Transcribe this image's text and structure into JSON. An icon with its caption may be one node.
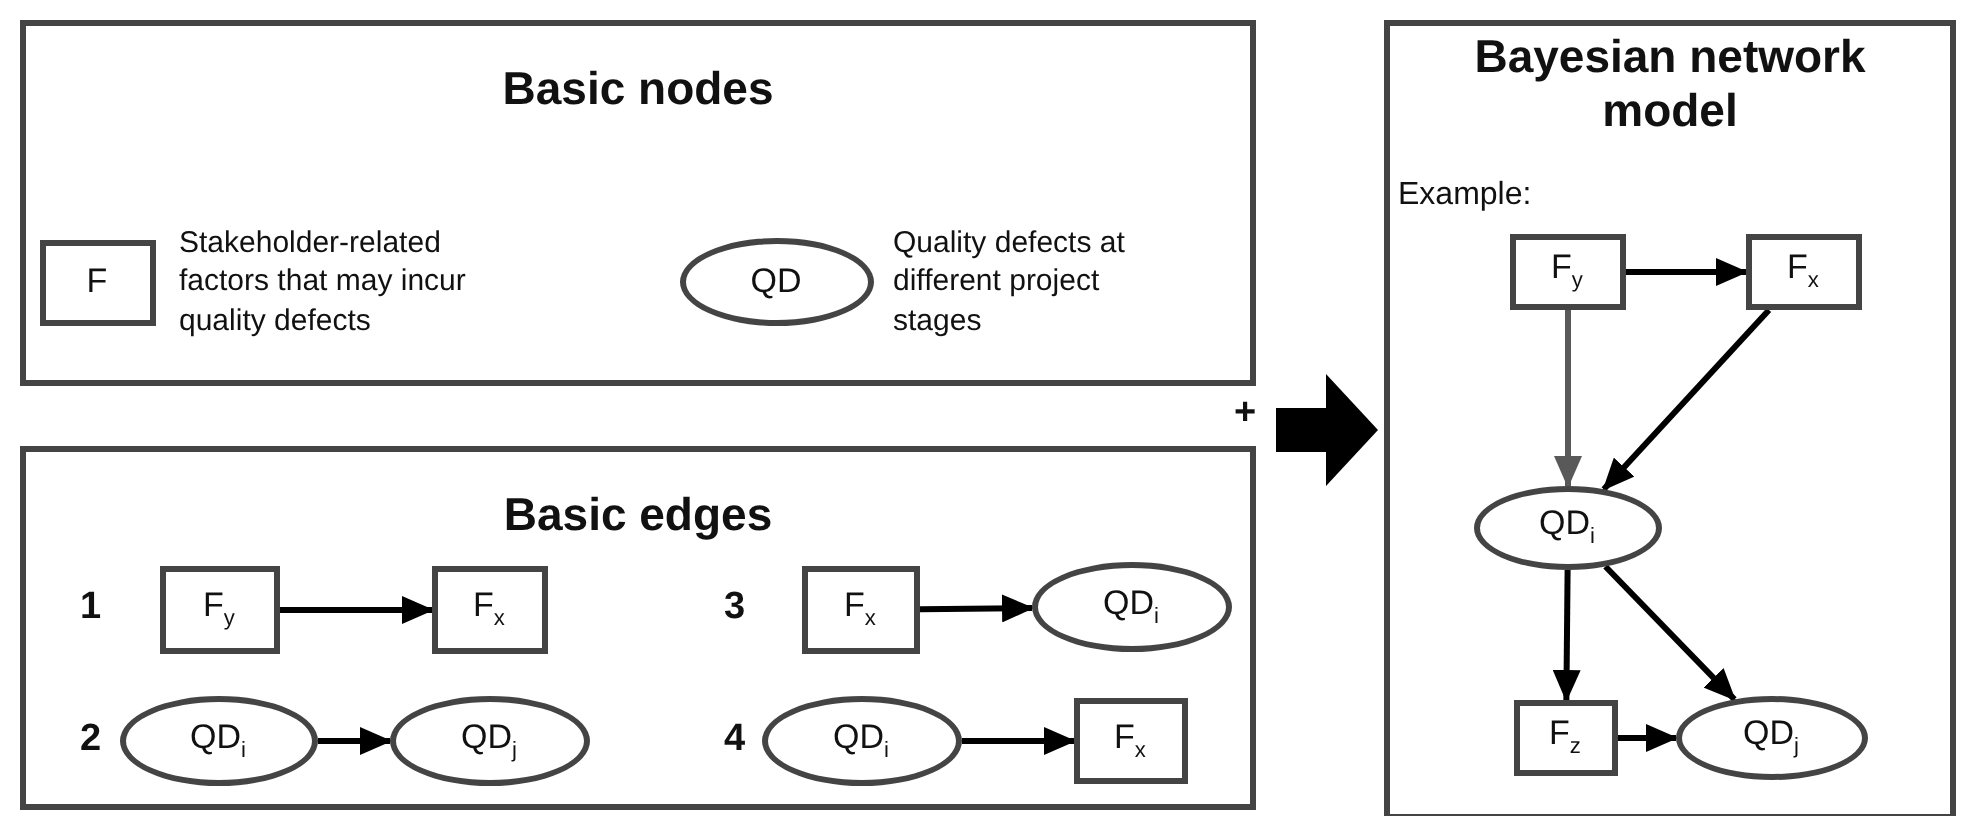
{
  "diagram": {
    "nodes": [
      {
        "text": [
          "Basic nodes"
        ]
      },
      {
        "text": [
          "F"
        ],
        "in": 0,
        "beside": [
          "Stakeholder-related factors that may incur quality defects"
        ]
      },
      {
        "text": [
          "QD"
        ],
        "in": 0,
        "beside": [
          "Quality defects at different project stages"
        ]
      },
      {
        "text": [
          "Basic edges"
        ]
      },
      {
        "text": [
          "F$_{y}$"
        ],
        "in": 3
      },
      {
        "text": [
          "F$_{x}$"
        ],
        "in": 3
      },
      {
        "text": [
          "QD$_{i}$"
        ],
        "in": 3
      },
      {
        "text": [
          "QD$_{j}$"
        ],
        "in": 3
      },
      {
        "text": [
          "F$_{x}$"
        ],
        "in": 3
      },
      {
        "text": [
          "QD$_{i}$"
        ],
        "in": 3
      },
      {
        "text": [
          "QD$_{i}$"
        ],
        "in": 3
      },
      {
        "text": [
          "F$_{x}$"
        ],
        "in": 3
      },
      {
        "text": [
          "Bayesian network model",
          "Example:"
        ]
      },
      {
        "text": [
          "F$_{y}$"
        ],
        "in": 12
      },
      {
        "text": [
          "F$_{x}$"
        ],
        "in": 12
      },
      {
        "text": [
          "QD$_{i}$"
        ],
        "in": 12
      },
      {
        "text": [
          "F$_{z}$"
        ],
        "in": 12
      },
      {
        "text": [
          "QD$_{j}$"
        ],
        "in": 12
      }
    ],
    "edges": [
      {
        "from": 4,
        "to": 5,
        "arrow": "to"
      },
      {
        "from": 6,
        "to": 7,
        "arrow": "to"
      },
      {
        "from": 8,
        "to": 9,
        "arrow": "to"
      },
      {
        "from": 10,
        "to": 11,
        "arrow": "to"
      },
      {
        "from": null,
        "to": 12,
        "arrow": "to",
        "style": "thick"
      },
      {
        "from": 13,
        "to": 14,
        "arrow": "to"
      },
      {
        "from": 13,
        "to": 15,
        "arrow": "to",
        "color": "#595959"
      },
      {
        "from": 14,
        "to": 15,
        "arrow": "to"
      },
      {
        "from": 15,
        "to": 16,
        "arrow": "to"
      },
      {
        "from": 15,
        "to": 17,
        "arrow": "to"
      },
      {
        "from": 16,
        "to": 17,
        "arrow": "to"
      }
    ],
    "labels": [
      "+",
      "1",
      "3",
      "2",
      "4"
    ]
  }
}
